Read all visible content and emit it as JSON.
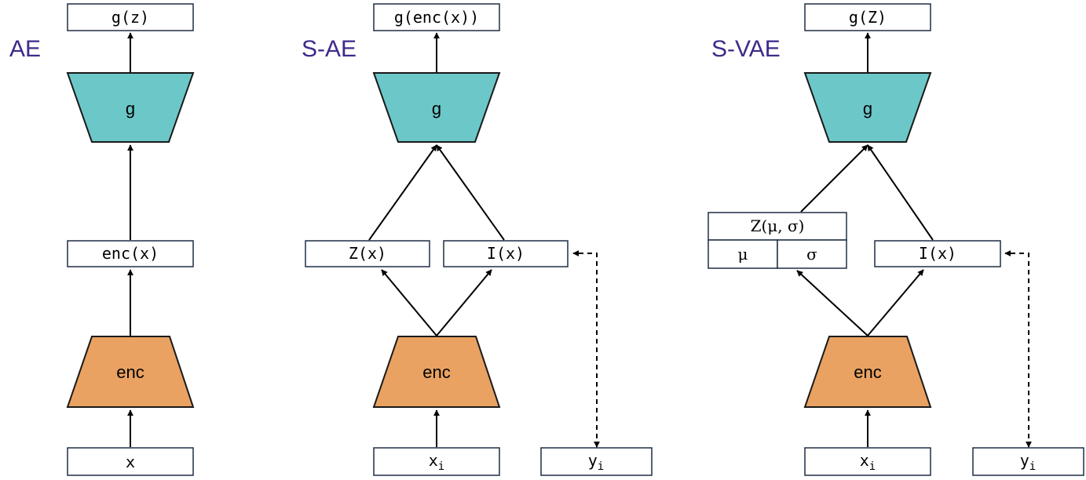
{
  "panels": {
    "ae": {
      "title": "AE",
      "output_label": "g(z)",
      "decoder_label": "g",
      "latent_label": "enc(x)",
      "encoder_label": "enc",
      "input_label": "x"
    },
    "sae": {
      "title": "S-AE",
      "output_label": "g(enc(x))",
      "decoder_label": "g",
      "z_label": "Z(x)",
      "i_label": "I(x)",
      "encoder_label": "enc",
      "input_label": "x",
      "input_sub": "i",
      "y_label": "y",
      "y_sub": "i"
    },
    "svae": {
      "title": "S-VAE",
      "output_label": "g(Z)",
      "decoder_label": "g",
      "z_label": "Z(μ, σ)",
      "mu_label": "μ",
      "sigma_label": "σ",
      "i_label": "I(x)",
      "encoder_label": "enc",
      "input_label": "x",
      "input_sub": "i",
      "y_label": "y",
      "y_sub": "i"
    }
  },
  "colors": {
    "title": "#3f2a8a",
    "encoder": "#e9a262",
    "decoder": "#6cc7c8"
  }
}
